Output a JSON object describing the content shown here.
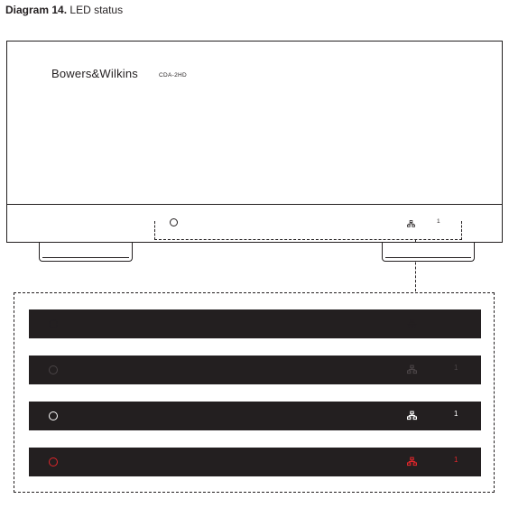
{
  "caption": {
    "label": "Diagram 14.",
    "title": "LED status"
  },
  "device": {
    "brand": "Bowers&Wilkins",
    "model": "CDA-2HD",
    "channel": "1"
  },
  "strips": [
    {
      "state": "off",
      "power_icon": "power-led-icon",
      "network_icon": "network-icon",
      "channel": "",
      "led_color": "#231f20"
    },
    {
      "state": "dim",
      "power_icon": "power-led-icon",
      "network_icon": "network-icon",
      "channel": "1",
      "led_color": "#4a4446"
    },
    {
      "state": "white",
      "power_icon": "power-led-icon",
      "network_icon": "network-icon",
      "channel": "1",
      "led_color": "#ffffff"
    },
    {
      "state": "red",
      "power_icon": "power-led-icon",
      "network_icon": "network-icon",
      "channel": "1",
      "led_color": "#e0262b"
    }
  ],
  "colors": {
    "line": "#231f20",
    "strip": "#231f20"
  }
}
